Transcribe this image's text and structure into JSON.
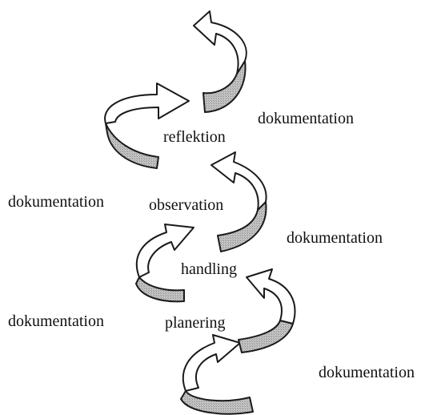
{
  "stages": {
    "reflektion": "reflektion",
    "observation": "observation",
    "handling": "handling",
    "planering": "planering"
  },
  "documentation": {
    "d1": "dokumentation",
    "d2": "dokumentation",
    "d3": "dokumentation",
    "d4": "dokumentation",
    "d5": "dokumentation"
  },
  "colors": {
    "arrow_outline": "#1a1a1a",
    "arrow_back_fill": "#b8b8b8",
    "arrow_front_fill": "#ffffff",
    "text": "#111111"
  }
}
